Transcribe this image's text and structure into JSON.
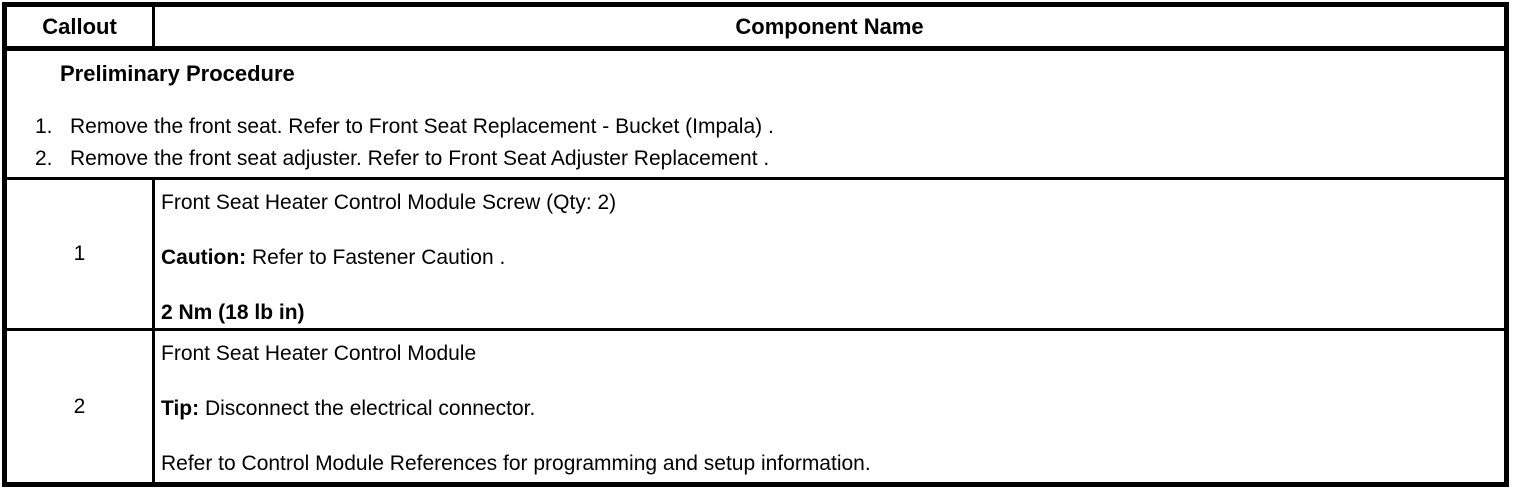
{
  "table": {
    "header": {
      "callout": "Callout",
      "component_name": "Component Name"
    },
    "preliminary": {
      "title": "Preliminary Procedure",
      "steps": [
        {
          "num": "1.",
          "text": "Remove the front seat. Refer to Front Seat Replacement - Bucket (Impala) ."
        },
        {
          "num": "2.",
          "text": "Remove the front seat adjuster. Refer to Front Seat Adjuster Replacement ."
        }
      ]
    },
    "rows": [
      {
        "callout": "1",
        "title": "Front Seat Heater Control Module Screw (Qty: 2)",
        "note_label": "Caution:",
        "note_text": "Refer to Fastener Caution .",
        "torque": "2 Nm (18 lb in)"
      },
      {
        "callout": "2",
        "title": "Front Seat Heater Control Module",
        "note_label": "Tip:",
        "note_text": "Disconnect the electrical connector.",
        "reference": "Refer to Control Module References for programming and setup information."
      }
    ]
  }
}
